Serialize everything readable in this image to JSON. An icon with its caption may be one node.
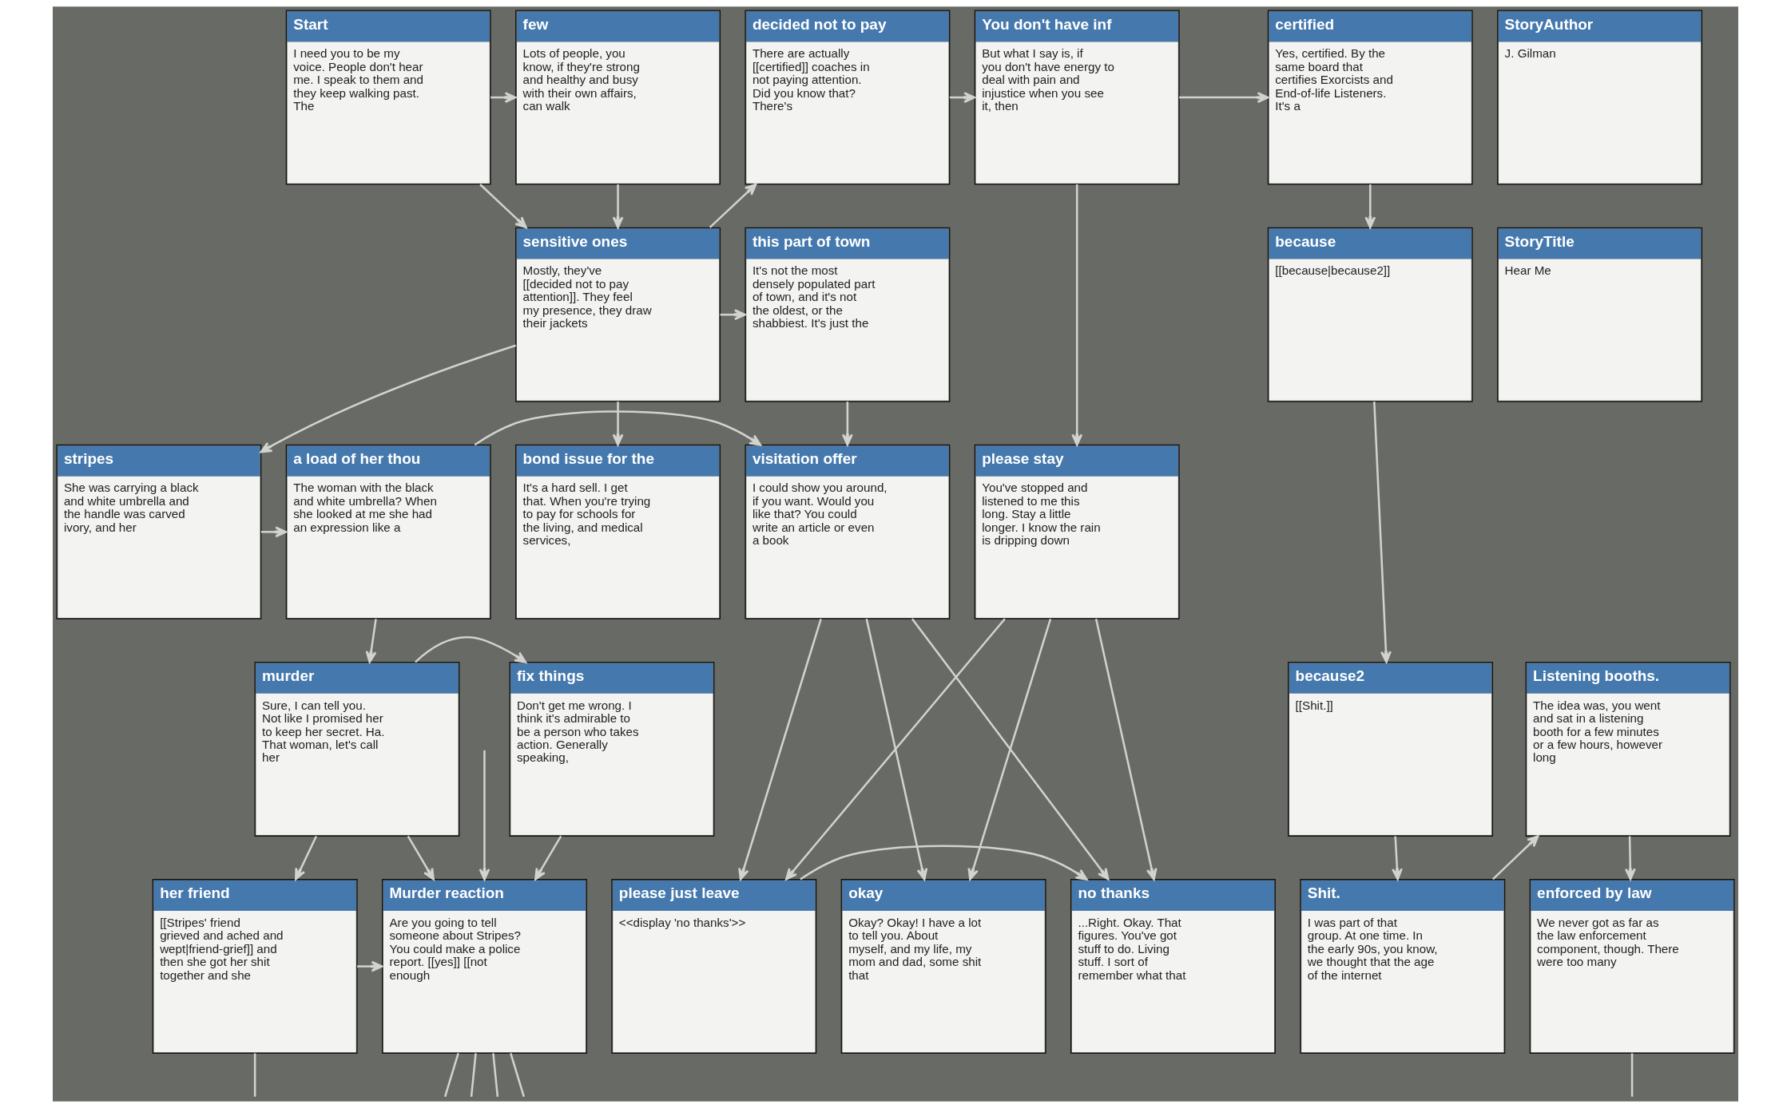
{
  "diagram": {
    "nodes": [
      {
        "text": [
          "Start",
          "I need you to be my voice. People don't hear me. I speak to them and they keep walking past. The"
        ]
      },
      {
        "text": [
          "few",
          "Lots of people, you know, if they're strong and healthy and busy with their own affairs, can walk"
        ]
      },
      {
        "text": [
          "decided not to pay",
          "There are actually [[certified]] coaches in not paying attention. Did you know that? There's"
        ]
      },
      {
        "text": [
          "You don't have inf",
          "But what I say is, if you don't have energy to deal with pain and injustice when you see it, then"
        ]
      },
      {
        "text": [
          "certified",
          "Yes, certified. By the same board that certifies Exorcists and End-of-life Listeners. It's a"
        ]
      },
      {
        "text": [
          "StoryAuthor",
          "J. Gilman"
        ]
      },
      {
        "text": [
          "sensitive ones",
          "Mostly, they've [[decided not to pay attention]]. They feel my presence, they draw their jackets"
        ]
      },
      {
        "text": [
          "this part of town",
          "It's not the most densely populated part of town, and it's not the oldest, or the shabbiest. It's just the"
        ]
      },
      {
        "text": [
          "because",
          "[[because|because2]]"
        ]
      },
      {
        "text": [
          "StoryTitle",
          "Hear Me"
        ]
      },
      {
        "text": [
          "stripes",
          "She was carrying a black and white umbrella and the handle was carved ivory, and her"
        ]
      },
      {
        "text": [
          "a load of her thou",
          "The woman with the black and white umbrella? When she looked at me she had an expression like a"
        ]
      },
      {
        "text": [
          "bond issue for the",
          "It's a hard sell. I get that. When you're trying to pay for schools for the living, and medical services,"
        ]
      },
      {
        "text": [
          "visitation offer",
          "I could show you around, if you want. Would you like that? You could write an article or even a book"
        ]
      },
      {
        "text": [
          "please stay",
          "You've stopped and listened to me this long. Stay a little longer. I know the rain is dripping down"
        ]
      },
      {
        "text": [
          "murder",
          "Sure, I can tell you. Not like I promised her to keep her secret. Ha. That woman, let's call her"
        ]
      },
      {
        "text": [
          "fix things",
          "Don't get me wrong. I think it's admirable to be a person who takes action. Generally speaking,"
        ]
      },
      {
        "text": [
          "because2",
          "[[Shit.]]"
        ]
      },
      {
        "text": [
          "Listening booths.",
          "The idea was, you went and sat in a listening booth for a few minutes or a few hours, however long"
        ]
      },
      {
        "text": [
          "her friend",
          "[[Stripes' friend grieved and ached and wept|friend-grief]] and then she got her shit together and she"
        ]
      },
      {
        "text": [
          "Murder reaction",
          "Are you going to tell someone about Stripes? You could make a police report. [[yes]] [[not enough"
        ]
      },
      {
        "text": [
          "please just leave",
          "<<display 'no thanks'>>"
        ]
      },
      {
        "text": [
          "no thanks",
          "...Right. Okay. That figures. You've got stuff to do. Living stuff. I sort of remember what that"
        ]
      },
      {
        "text": [
          "okay",
          "Okay? Okay! I have a lot to tell you. About myself, and my life, my mom and dad, some shit that"
        ]
      },
      {
        "text": [
          "Shit.",
          "I was part of that group. At one time. In the early 90s, you know, we thought that the age of the internet"
        ]
      },
      {
        "text": [
          "enforced by law",
          "We never got as far as the law enforcement component, though. There were too many"
        ]
      }
    ],
    "edges": [
      {
        "from": 0,
        "to": 1,
        "arrow": "to"
      },
      {
        "from": 0,
        "to": 6,
        "arrow": "to"
      },
      {
        "from": 1,
        "to": 6,
        "arrow": "to"
      },
      {
        "from": 6,
        "to": 2,
        "arrow": "to"
      },
      {
        "from": 6,
        "to": 7,
        "arrow": "to"
      },
      {
        "from": 6,
        "to": 12,
        "arrow": "to"
      },
      {
        "from": 6,
        "to": 10,
        "arrow": "to"
      },
      {
        "from": 2,
        "to": 3,
        "arrow": "to"
      },
      {
        "from": 3,
        "to": 4,
        "arrow": "to"
      },
      {
        "from": 3,
        "to": 14,
        "arrow": "to"
      },
      {
        "from": 4,
        "to": 8,
        "arrow": "to"
      },
      {
        "from": 7,
        "to": 13,
        "arrow": "to"
      },
      {
        "from": 8,
        "to": 17,
        "arrow": "to"
      },
      {
        "from": 10,
        "to": 11,
        "arrow": "to"
      },
      {
        "from": 11,
        "to": 13,
        "arrow": "to"
      },
      {
        "from": 11,
        "to": 15,
        "arrow": "to"
      },
      {
        "from": 15,
        "to": 16,
        "arrow": "to"
      },
      {
        "from": 15,
        "to": 19,
        "arrow": "to"
      },
      {
        "from": 15,
        "to": 20,
        "arrow": "to"
      },
      {
        "from": 16,
        "to": 20,
        "arrow": "to"
      },
      {
        "from": 19,
        "to": 20,
        "arrow": "to"
      },
      {
        "from": null,
        "to": 20,
        "arrow": "to"
      },
      {
        "from": 13,
        "to": 21,
        "arrow": "to"
      },
      {
        "from": 13,
        "to": 22,
        "arrow": "to"
      },
      {
        "from": 13,
        "to": 23,
        "arrow": "to"
      },
      {
        "from": 14,
        "to": 21,
        "arrow": "to"
      },
      {
        "from": 14,
        "to": 22,
        "arrow": "to"
      },
      {
        "from": 14,
        "to": 23,
        "arrow": "to"
      },
      {
        "from": 21,
        "to": 22,
        "arrow": "to"
      },
      {
        "from": 17,
        "to": 24,
        "arrow": "to"
      },
      {
        "from": 24,
        "to": 18,
        "arrow": "to"
      },
      {
        "from": 18,
        "to": 25,
        "arrow": "to"
      },
      {
        "from": 19,
        "to": null,
        "arrow": "none"
      },
      {
        "from": 20,
        "to": null,
        "arrow": "none"
      },
      {
        "from": 20,
        "to": null,
        "arrow": "none"
      },
      {
        "from": 20,
        "to": null,
        "arrow": "none"
      },
      {
        "from": 20,
        "to": null,
        "arrow": "none"
      },
      {
        "from": 25,
        "to": null,
        "arrow": "none"
      }
    ]
  }
}
